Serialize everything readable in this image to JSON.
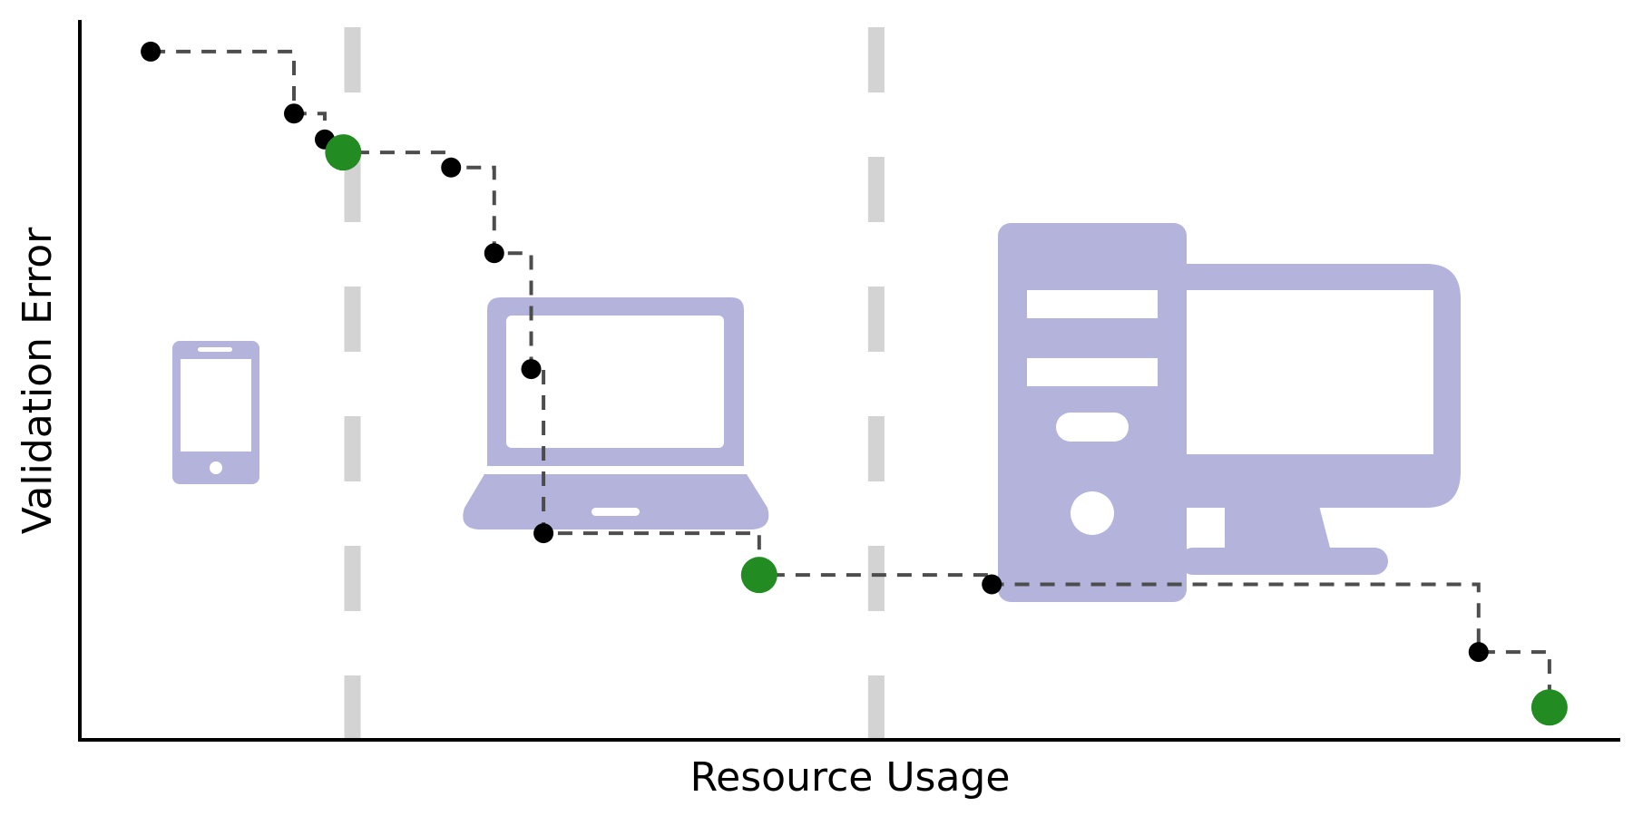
{
  "chart_data": {
    "type": "scatter",
    "xlabel": "Resource Usage",
    "ylabel": "Validation Error",
    "xlim": [
      0,
      100
    ],
    "ylim": [
      0,
      100
    ],
    "grid": false,
    "ticks": false,
    "threshold_lines_x": [
      17.7,
      51.7
    ],
    "series": [
      {
        "points": [
          {
            "x": 4.6,
            "y": 95.6
          },
          {
            "x": 13.9,
            "y": 87.0
          },
          {
            "x": 15.9,
            "y": 83.4
          },
          {
            "x": 24.1,
            "y": 79.5
          },
          {
            "x": 26.9,
            "y": 67.6
          },
          {
            "x": 29.3,
            "y": 51.5
          },
          {
            "x": 30.1,
            "y": 28.7
          },
          {
            "x": 59.2,
            "y": 21.6
          },
          {
            "x": 90.8,
            "y": 12.2
          }
        ],
        "color": "#000000"
      },
      {
        "points": [
          {
            "x": 17.1,
            "y": 81.6
          },
          {
            "x": 44.1,
            "y": 22.9
          },
          {
            "x": 95.4,
            "y": 4.5
          }
        ],
        "color": "#228B22"
      }
    ],
    "pareto_path": [
      {
        "x": 4.6,
        "y": 95.6
      },
      {
        "x": 13.9,
        "y": 87.0
      },
      {
        "x": 15.9,
        "y": 83.4
      },
      {
        "x": 17.1,
        "y": 81.6
      },
      {
        "x": 24.1,
        "y": 79.5
      },
      {
        "x": 26.9,
        "y": 67.6
      },
      {
        "x": 29.3,
        "y": 51.5
      },
      {
        "x": 30.1,
        "y": 28.7
      },
      {
        "x": 44.1,
        "y": 22.9
      },
      {
        "x": 59.2,
        "y": 21.6
      },
      {
        "x": 90.8,
        "y": 12.2
      },
      {
        "x": 95.4,
        "y": 4.5
      }
    ],
    "icons": [
      {
        "name": "smartphone-icon",
        "color": "#b3b3dc"
      },
      {
        "name": "laptop-icon",
        "color": "#b3b3dc"
      },
      {
        "name": "desktop-computer-icon",
        "color": "#b3b3dc"
      }
    ],
    "colors": {
      "axis": "#000000",
      "path": "#4d4d4d",
      "threshold": "#d3d3d3",
      "icon": "#b3b3dc"
    }
  }
}
